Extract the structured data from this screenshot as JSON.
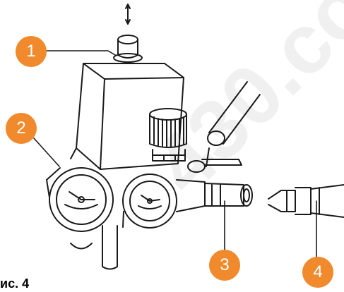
{
  "callouts": [
    {
      "label": "1"
    },
    {
      "label": "2"
    },
    {
      "label": "3"
    },
    {
      "label": "4"
    }
  ],
  "caption": "ис. 4",
  "watermark": "430.co",
  "colors": {
    "badge": "#f08a2c",
    "line": "#1a1a1a",
    "watermark": "#000000"
  }
}
